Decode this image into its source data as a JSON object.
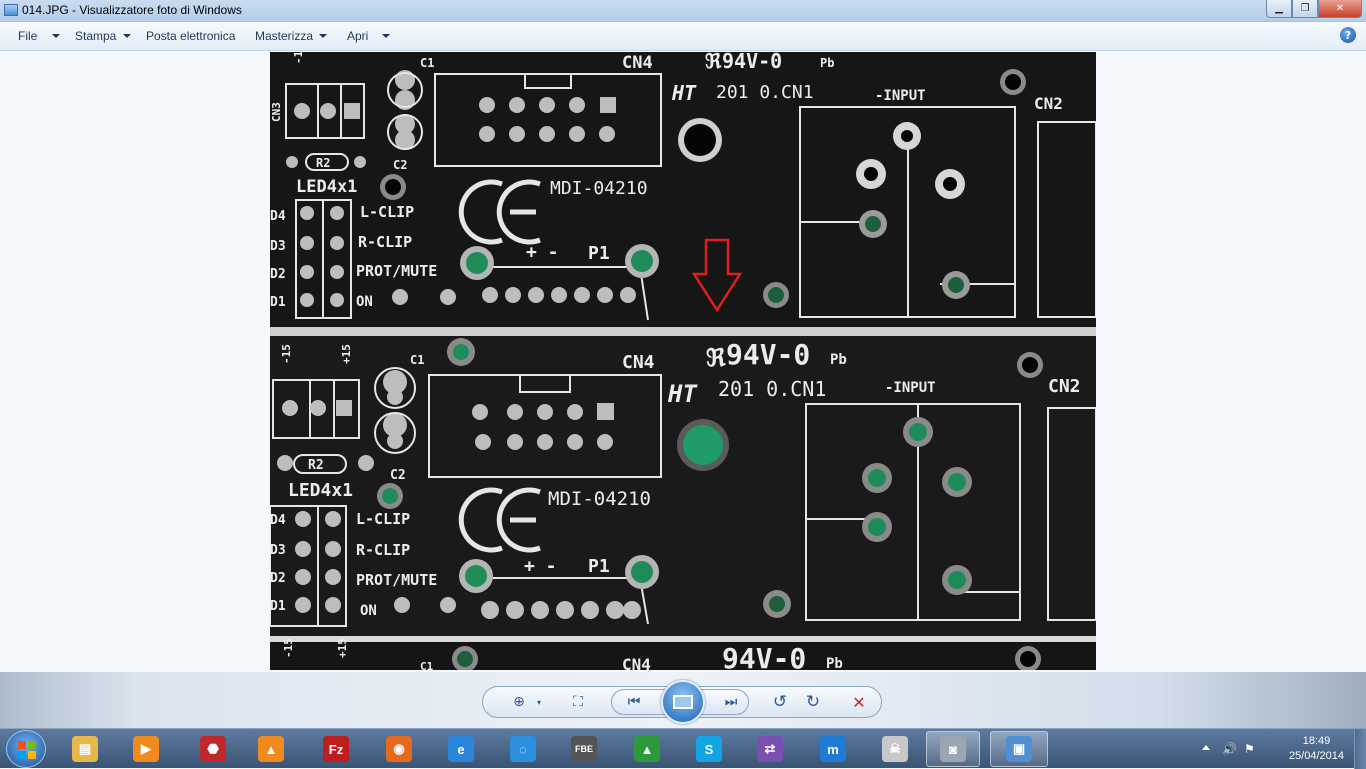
{
  "window": {
    "title": "014.JPG - Visualizzatore foto di Windows",
    "minimize_label": "▁",
    "maximize_label": "❐",
    "close_label": "✕"
  },
  "menu": {
    "items": [
      {
        "label": "File",
        "has_arrow": true
      },
      {
        "label": "Stampa",
        "has_arrow": true
      },
      {
        "label": "Posta elettronica",
        "has_arrow": false
      },
      {
        "label": "Masterizza",
        "has_arrow": true
      },
      {
        "label": "Apri",
        "has_arrow": true
      }
    ],
    "help_label": "?"
  },
  "photo": {
    "labels": {
      "cn4": "CN4",
      "ul": "94V-0",
      "pb": "Pb",
      "ht": "HT",
      "cn1": "201 0.CN1",
      "input": "-INPUT",
      "cn2": "CN2",
      "c1": "C1",
      "c2": "C2",
      "r2": "R2",
      "led": "LED4x1",
      "lclip": "L-CLIP",
      "rclip": "R-CLIP",
      "prot": "PROT/MUTE",
      "on": "ON",
      "model": "MDI-04210",
      "p1": "P1",
      "plusminus": "+ -",
      "d4": "D4",
      "d3": "D3",
      "d2": "D2",
      "d1": "D1",
      "pm15": "-15  ⏚  +15"
    },
    "arrow_color": "#e01e1e",
    "board_color": "#151515"
  },
  "controls": {
    "zoom_icon": "zoom-icon",
    "fit_icon": "actual-size-icon",
    "prev_icon": "previous-icon",
    "slideshow_icon": "slideshow-icon",
    "next_icon": "next-icon",
    "rotate_ccw_icon": "rotate-counterclockwise-icon",
    "rotate_cw_icon": "rotate-clockwise-icon",
    "delete_icon": "delete-icon"
  },
  "taskbar": {
    "apps": [
      {
        "name": "explorer",
        "color": "#e8b84a",
        "glyph": "▤"
      },
      {
        "name": "media-player",
        "color": "#f08a1e",
        "glyph": "▶"
      },
      {
        "name": "stop-app",
        "color": "#c0282a",
        "glyph": "⬣"
      },
      {
        "name": "vlc",
        "color": "#f08a1e",
        "glyph": "▲"
      },
      {
        "name": "filezilla",
        "color": "#bf1e1e",
        "glyph": "Fz"
      },
      {
        "name": "firefox",
        "color": "#e56a1d",
        "glyph": "◉"
      },
      {
        "name": "internet-explorer",
        "color": "#2a86d8",
        "glyph": "e"
      },
      {
        "name": "chat",
        "color": "#2b8fe0",
        "glyph": "◌"
      },
      {
        "name": "fbe",
        "color": "#555555",
        "glyph": "FBE"
      },
      {
        "name": "green-app",
        "color": "#2c9a3b",
        "glyph": "▲"
      },
      {
        "name": "skype",
        "color": "#12a5e6",
        "glyph": "S"
      },
      {
        "name": "network-tool",
        "color": "#7b4fb0",
        "glyph": "⇄"
      },
      {
        "name": "maxthon",
        "color": "#1e7bd6",
        "glyph": "m"
      },
      {
        "name": "alien",
        "color": "#c8c8c8",
        "glyph": "☠"
      },
      {
        "name": "camera",
        "color": "#9aa6b2",
        "glyph": "◙"
      },
      {
        "name": "photo-viewer",
        "color": "#4f8fd2",
        "glyph": "▣"
      }
    ],
    "clock": {
      "time": "18:49",
      "date": "25/04/2014"
    }
  }
}
